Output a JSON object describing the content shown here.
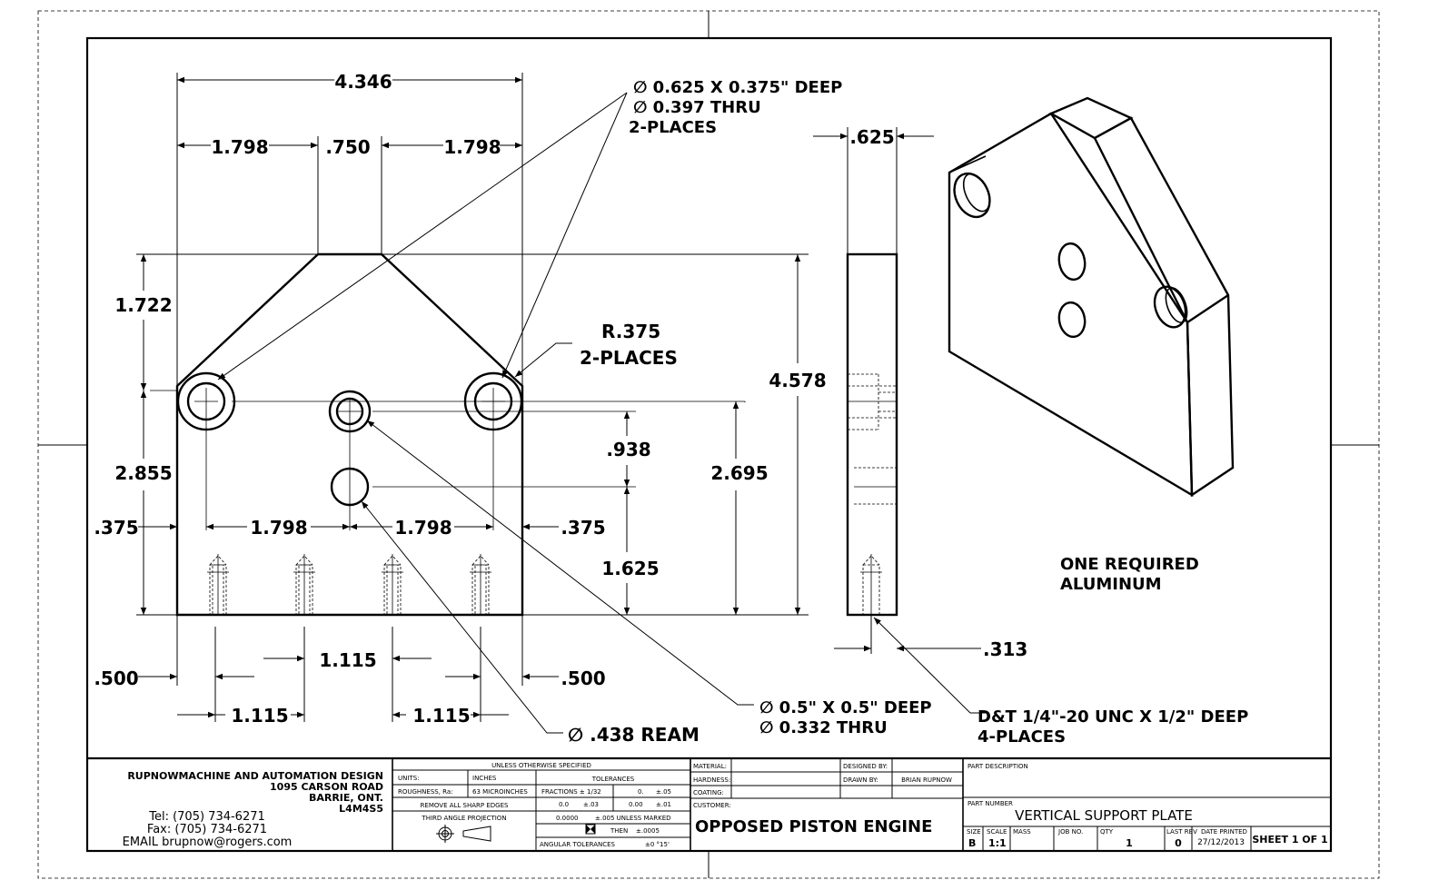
{
  "front_view": {
    "dims": {
      "overall_width": "4.346",
      "left_top_segment": "1.798",
      "top_flat": ".750",
      "right_top_segment": "1.798",
      "chamfer_height": "1.722",
      "overall_height": "4.578",
      "hole_height_left": "2.855",
      "hole_height_right": "2.695",
      "edge_left": ".375",
      "edge_right": ".375",
      "center_spacing_left": "1.798",
      "center_spacing_right": "1.798",
      "vertical_gap": ".938",
      "lower_hole_height": "1.625",
      "tap_edge_left": ".500",
      "tap_edge_right": ".500",
      "tap_spacing_middle": "1.115",
      "tap_spacing_left": "1.115",
      "tap_spacing_right": "1.115"
    },
    "notes": {
      "corner_holes_line1": "∅ 0.625 X 0.375\" DEEP",
      "corner_holes_line2": "∅ 0.397 THRU",
      "corner_holes_line3": "2-PLACES",
      "radius_line1": "R.375",
      "radius_line2": "2-PLACES",
      "center_hole_line1": "∅ 0.5\" X 0.5\" DEEP",
      "center_hole_line2": "∅ 0.332 THRU",
      "ream": "∅ .438 REAM"
    }
  },
  "side_view": {
    "thickness": ".625",
    "tap_offset": ".313",
    "tap_note_line1": "D&T 1/4\"-20 UNC X 1/2\" DEEP",
    "tap_note_line2": "4-PLACES"
  },
  "general_note": {
    "line1": "ONE REQUIRED",
    "line2": "ALUMINUM"
  },
  "title_block": {
    "company": {
      "name": "RUPNOWMACHINE AND AUTOMATION DESIGN",
      "address1": "1095 CARSON ROAD",
      "address2": "BARRIE, ONT.",
      "postal": "L4M4S5",
      "tel": "Tel: (705) 734-6271",
      "fax": "Fax: (705) 734-6271",
      "email": "EMAIL brupnow@rogers.com"
    },
    "spec": {
      "header": "UNLESS OTHERWISE SPECIFIED",
      "units_label": "UNITS:",
      "units_value": "INCHES",
      "roughness_label": "ROUGHNESS, Ra:",
      "roughness_value": "63 MICROINCHES",
      "remove_edges": "REMOVE ALL SHARP EDGES",
      "projection": "THIRD ANGLE PROJECTION",
      "tolerances_header": "TOLERANCES",
      "fractions": "FRACTIONS ± 1/32",
      "tol_0": "0.",
      "tol_0_val": "±.05",
      "tol_00": "0.0",
      "tol_00_val": "±.03",
      "tol_000": "0.00",
      "tol_000_val": "±.01",
      "tol_0000": "0.0000",
      "tol_0000_val": "±.005 UNLESS MARKED",
      "then": "THEN",
      "then_val": "±.0005",
      "angular": "ANGULAR TOLERANCES",
      "angular_val": "±0 °15'"
    },
    "material_label": "MATERIAL:",
    "hardness_label": "HARDNESS:",
    "coating_label": "COATING:",
    "designed_by_label": "DESIGNED BY:",
    "drawn_by_label": "DRAWN BY:",
    "drawn_by_value": "BRIAN RUPNOW",
    "customer_label": "CUSTOMER:",
    "customer_value": "OPPOSED PISTON ENGINE",
    "part_description_label": "PART DESCRIPTION",
    "part_number_label": "PART NUMBER",
    "part_number_value": "VERTICAL SUPPORT PLATE",
    "size_label": "SIZE",
    "size_value": "B",
    "scale_label": "SCALE",
    "scale_value": "1:1",
    "mass_label": "MASS",
    "job_label": "JOB NO.",
    "qty_label": "QTY",
    "qty_value": "1",
    "rev_label": "LAST REV",
    "rev_value": "0",
    "date_label": "DATE PRINTED",
    "date_value": "27/12/2013",
    "sheet": "SHEET 1 OF 1"
  }
}
